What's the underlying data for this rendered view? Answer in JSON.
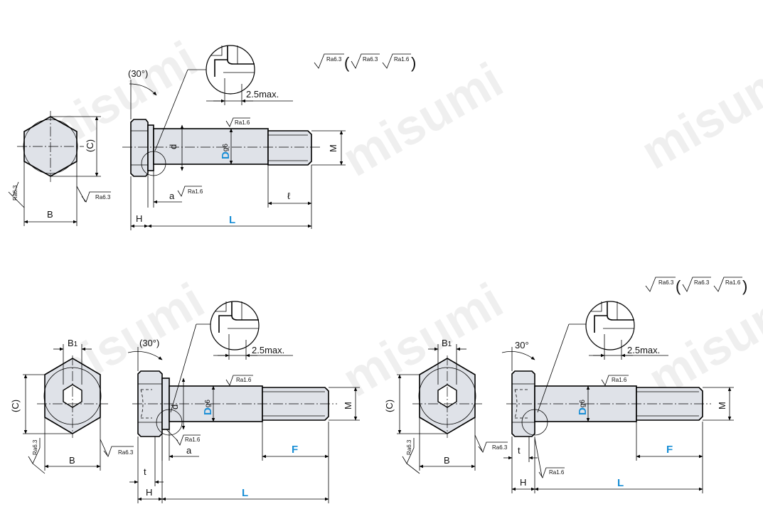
{
  "watermark": "misumi",
  "angle_label": "(30°)",
  "angle_label_small": "30°",
  "max_label": "2.5max.",
  "roughness": {
    "r63": "Ra6.3",
    "r16": "Ra1.6",
    "open": "(",
    "close": ")"
  },
  "dims": {
    "B": "B",
    "B1": "B",
    "B1_sub": "1",
    "C": "(C)",
    "H": "H",
    "L": "L",
    "M": "M",
    "d": "d",
    "a": "a",
    "l": "ℓ",
    "F": "F",
    "t": "t",
    "D": "D",
    "g6": "g6"
  },
  "colors": {
    "accent": "#1a8fd6",
    "body_fill": "#dfe2e8"
  }
}
